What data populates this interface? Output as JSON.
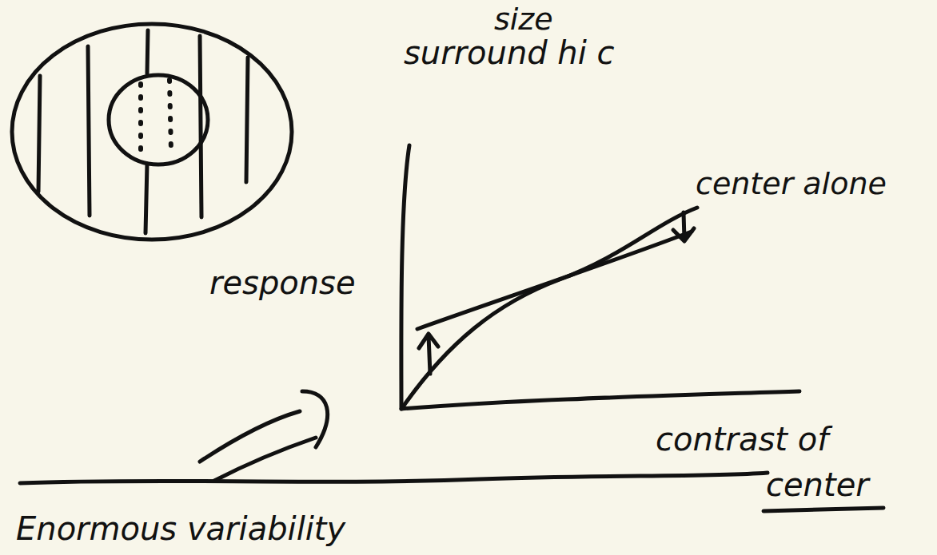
{
  "diagram": {
    "labels": [
      "size",
      "surround hi c",
      "center alone",
      "response",
      "contrast of",
      "center",
      "Enormous variability"
    ]
  }
}
